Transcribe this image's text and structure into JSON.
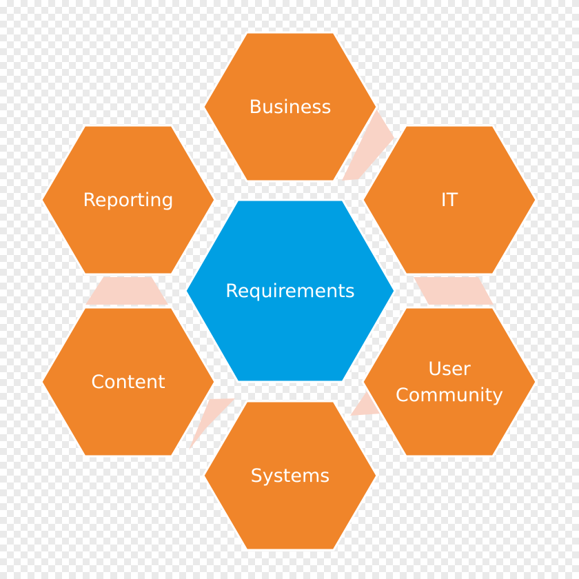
{
  "diagram": {
    "center": {
      "label_lines": [
        "Requirements"
      ],
      "color": "#009fe3"
    },
    "outer_color": "#f0852a",
    "outline_color": "#ffffff",
    "connector_color": "#f9d3c6",
    "outer": [
      {
        "id": "business",
        "label_lines": [
          "Business"
        ]
      },
      {
        "id": "it",
        "label_lines": [
          "IT"
        ]
      },
      {
        "id": "user-community",
        "label_lines": [
          "User",
          "Community"
        ]
      },
      {
        "id": "systems",
        "label_lines": [
          "Systems"
        ]
      },
      {
        "id": "content",
        "label_lines": [
          "Content"
        ]
      },
      {
        "id": "reporting",
        "label_lines": [
          "Reporting"
        ]
      }
    ]
  }
}
